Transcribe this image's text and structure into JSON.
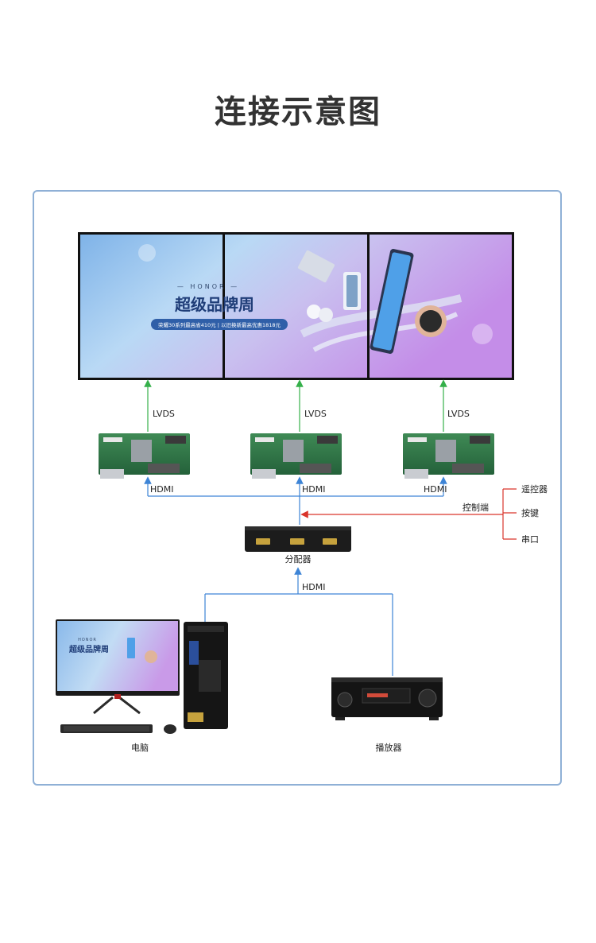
{
  "title": "连接示意图",
  "screen": {
    "brand": "— HONOR —",
    "headline": "超级品牌周",
    "promo": "荣耀30系列最高省410元 | 以旧换新最高优惠1818元"
  },
  "monitor_screen": {
    "brand": "HONOR",
    "headline": "超级品牌周"
  },
  "labels": {
    "lvds_1": "LVDS",
    "lvds_2": "LVDS",
    "lvds_3": "LVDS",
    "hdmi_1": "HDMI",
    "hdmi_2": "HDMI",
    "hdmi_3": "HDMI",
    "hdmi_in": "HDMI",
    "control": "控制端",
    "remote": "遥控器",
    "keys": "按键",
    "serial": "串口",
    "splitter": "分配器",
    "computer": "电脑",
    "player": "播放器"
  },
  "colors": {
    "lvds_line": "#35b04a",
    "hdmi_line": "#3d84d6",
    "control_line": "#d9342b",
    "frame_border": "#8fb0d6"
  }
}
